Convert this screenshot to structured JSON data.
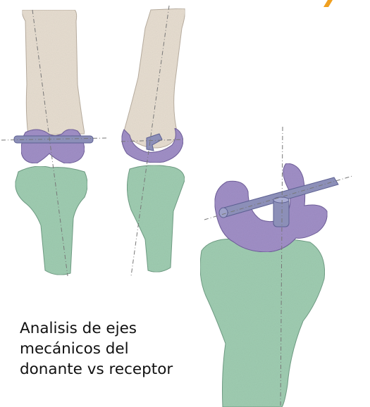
{
  "caption": {
    "lines": [
      "Analisis de ejes",
      "mecánicos del",
      "donante vs receptor"
    ]
  },
  "colors": {
    "femur": "#e6ddd0",
    "femur_edge": "#b9aea0",
    "tibia": "#9fccb1",
    "tibia_edge": "#6f9d84",
    "guide": "#a08fc6",
    "guide_edge": "#6f5e9a",
    "rod": "#8c8fb8",
    "axis_line": "#777777",
    "accent": "#f0a020"
  }
}
